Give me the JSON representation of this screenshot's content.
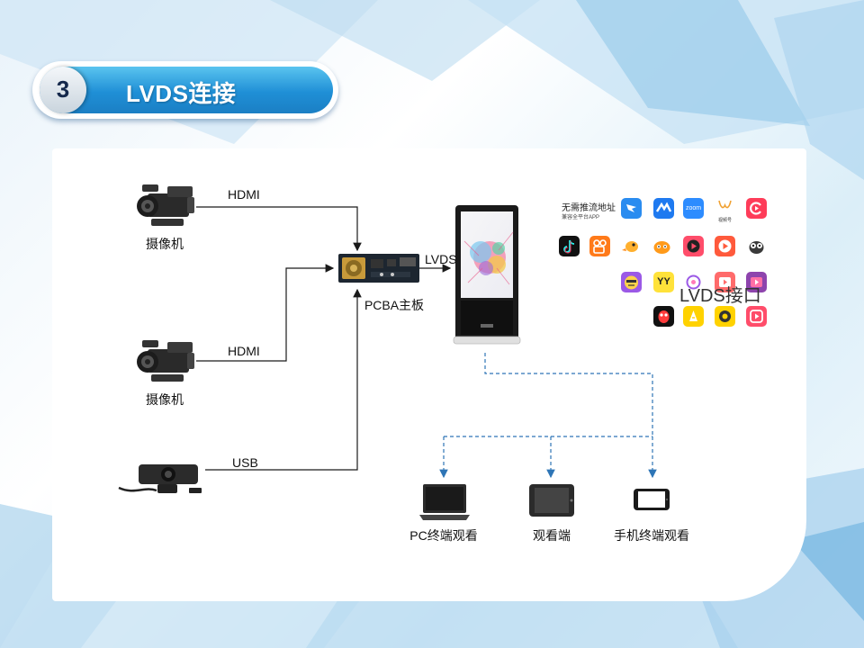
{
  "slide": {
    "number": "3",
    "title": "LVDS连接"
  },
  "inputs": {
    "camera1_label": "摄像机",
    "camera2_label": "摄像机",
    "link1": "HDMI",
    "link2": "HDMI",
    "link3": "USB"
  },
  "board": {
    "label": "PCBA主板",
    "output_link": "LVDS"
  },
  "apps": {
    "nohub_main": "无需推流地址",
    "nohub_sub": "兼容全平台APP",
    "zoom_text": "zoom",
    "channels_text": "视频号",
    "yy_text": "YY",
    "port_label": "LVDS接口",
    "icon_names": [
      "dingtalk-icon",
      "tencent-meeting-icon",
      "zoom-icon",
      "wechat-channels-icon",
      "kuaishou-c-icon",
      "douyin-icon",
      "kuaishou-icon",
      "qq-bird-icon",
      "huya-icon",
      "kuaishou-live-icon",
      "douyu-icon",
      "owl-icon",
      "bilibili-face-icon",
      "yy-icon",
      "podcast-icon",
      "play-icon",
      "bilibili-icon",
      "music-icon",
      "video-icon",
      "camera-round-icon",
      "media-play-icon"
    ]
  },
  "colors": {
    "title_blue": "#1f8fd6",
    "dash_blue": "#2e75b6",
    "wire": "#1a1a1a"
  },
  "outputs": {
    "pc_label": "PC终端观看",
    "tablet_label": "观看端",
    "phone_label": "手机终端观看"
  }
}
